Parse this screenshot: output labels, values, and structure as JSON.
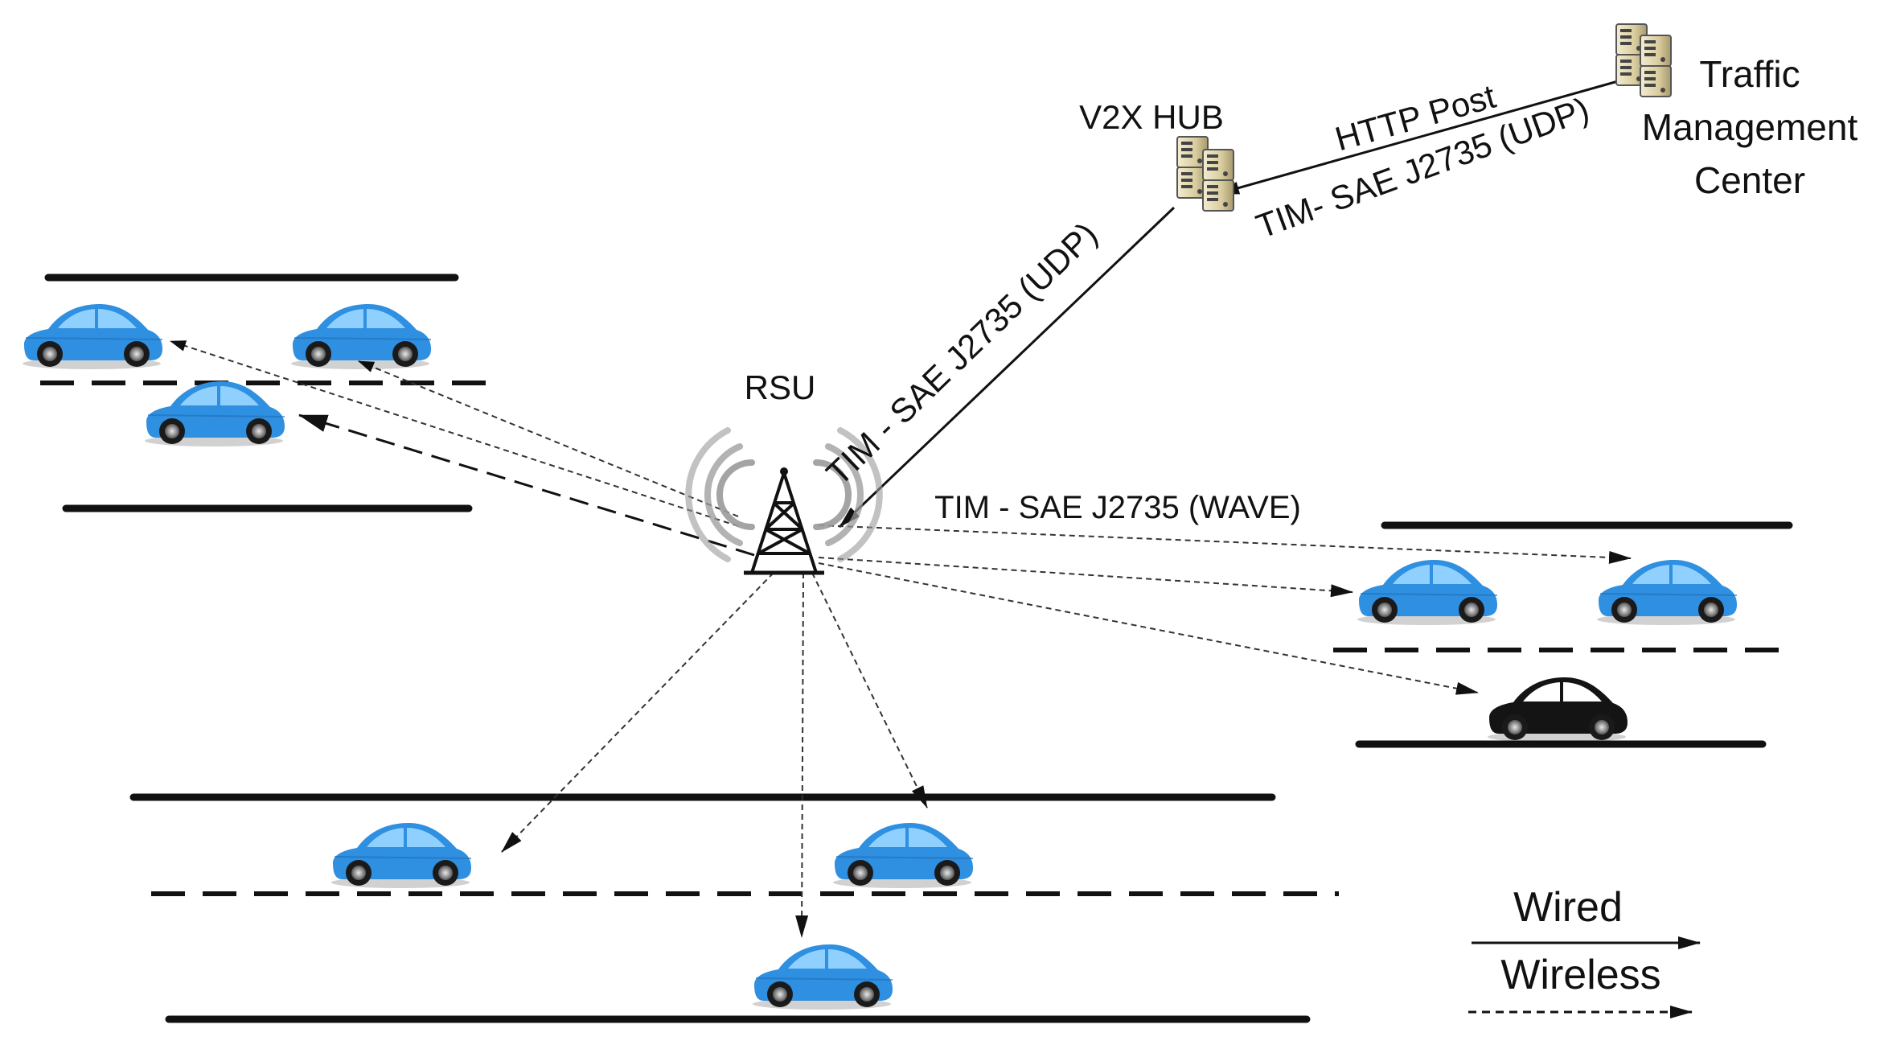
{
  "labels": {
    "tmc": [
      "Traffic",
      "Management",
      "Center"
    ],
    "hub": "V2X HUB",
    "rsu": "RSU",
    "http_post": "HTTP Post",
    "tim_udp_tmc": "TIM- SAE J2735 (UDP)",
    "tim_udp_rsu": "TIM - SAE J2735 (UDP)",
    "tim_wave": "TIM - SAE J2735 (WAVE)"
  },
  "legend": {
    "wired": "Wired",
    "wireless": "Wireless"
  },
  "colors": {
    "car_body": "#2f8fe0",
    "car_highlight": "#8fd0ff",
    "car_dark": "#141414",
    "line": "#111111",
    "dashed_arrow": "#333333",
    "server": "#d9cc9e"
  }
}
